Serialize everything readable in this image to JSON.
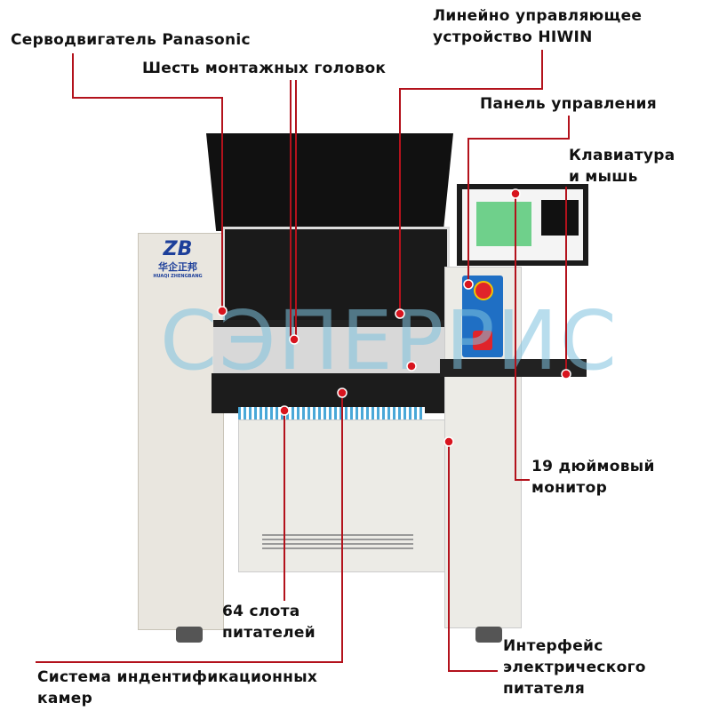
{
  "labels": {
    "servo": "Серводвигатель Panasonic",
    "heads": "Шесть монтажных головок",
    "linear_1": "Линейно управляющее",
    "linear_2": "устройство HIWIN",
    "panel": "Панель управления",
    "keyboard_1": "Клавиатура",
    "keyboard_2": "и мышь",
    "monitor_1": "19 дюймовый",
    "monitor_2": "монитор",
    "feeders_1": "64 слота",
    "feeders_2": "питателей",
    "camera_1": "Система индентификационных",
    "camera_2": "камер",
    "interface_1": "Интерфейс",
    "interface_2": "электрического",
    "interface_3": "питателя"
  },
  "machine_logo": {
    "mark": "ZB",
    "name_cn": "华企正邦",
    "name_en": "HUAQI ZHENGBANG"
  },
  "watermark": "СЭПЕРРИС",
  "colors": {
    "leader": "#b3121c",
    "text": "#111111",
    "watermark": "#7fc3df",
    "panel": "#1f6fc4"
  }
}
